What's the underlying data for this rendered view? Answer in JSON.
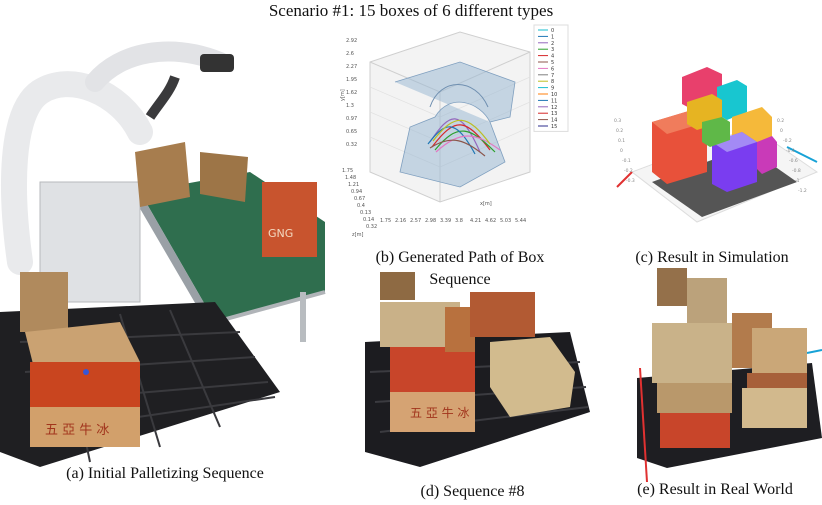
{
  "title": "Scenario #1: 15 boxes of 6 different types",
  "captions": {
    "a": "(a) Initial Palletizing Sequence",
    "b_line1": "(b) Generated Path of Box",
    "b_line2": "Sequence",
    "c": "(c) Result in Simulation",
    "d": "(d) Sequence #8",
    "e": "(e) Result in Real World"
  },
  "plot": {
    "ylabel": "y[m]",
    "xlabel": "x[m]",
    "zlabel": "z[m]",
    "ticks_y": [
      "2.92",
      "2.6",
      "2.27",
      "1.95",
      "1.62",
      "1.3",
      "0.97",
      "0.65",
      "0.32"
    ],
    "ticks_x": [
      "1.75",
      "2.16",
      "2.57",
      "2.98",
      "3.39",
      "3.8",
      "4.21",
      "4.62",
      "5.03",
      "5.44"
    ],
    "ticks_z": [
      "1.75",
      "1.48",
      "1.21",
      "0.94",
      "0.67",
      "0.4",
      "0.13",
      "0.14",
      "0.32"
    ],
    "legend": [
      "0",
      "1",
      "2",
      "3",
      "4",
      "5",
      "6",
      "7",
      "8",
      "9",
      "10",
      "11",
      "12",
      "13",
      "14",
      "15"
    ],
    "colors": [
      "#17becf",
      "#1f77b4",
      "#9467bd",
      "#2ca02c",
      "#d62728",
      "#8c564b",
      "#e377c2",
      "#7f7f7f",
      "#bcbd22",
      "#17becf",
      "#ff7f0e",
      "#1f77b4",
      "#9467bd",
      "#d62728",
      "#8c564b",
      "#2c2c8c"
    ]
  },
  "sim_axes": {
    "left": [
      "0.3",
      "0.2",
      "0.1",
      "0",
      "-0.1",
      "-0.2",
      "-0.3"
    ],
    "bottom": [
      "0.2",
      "0",
      "-0.2",
      "-0.4",
      "-0.6",
      "-0.8",
      "-1",
      "-1.2"
    ]
  },
  "box_labels": {
    "front": "五 亞 牛 冰",
    "side": "GNG"
  }
}
